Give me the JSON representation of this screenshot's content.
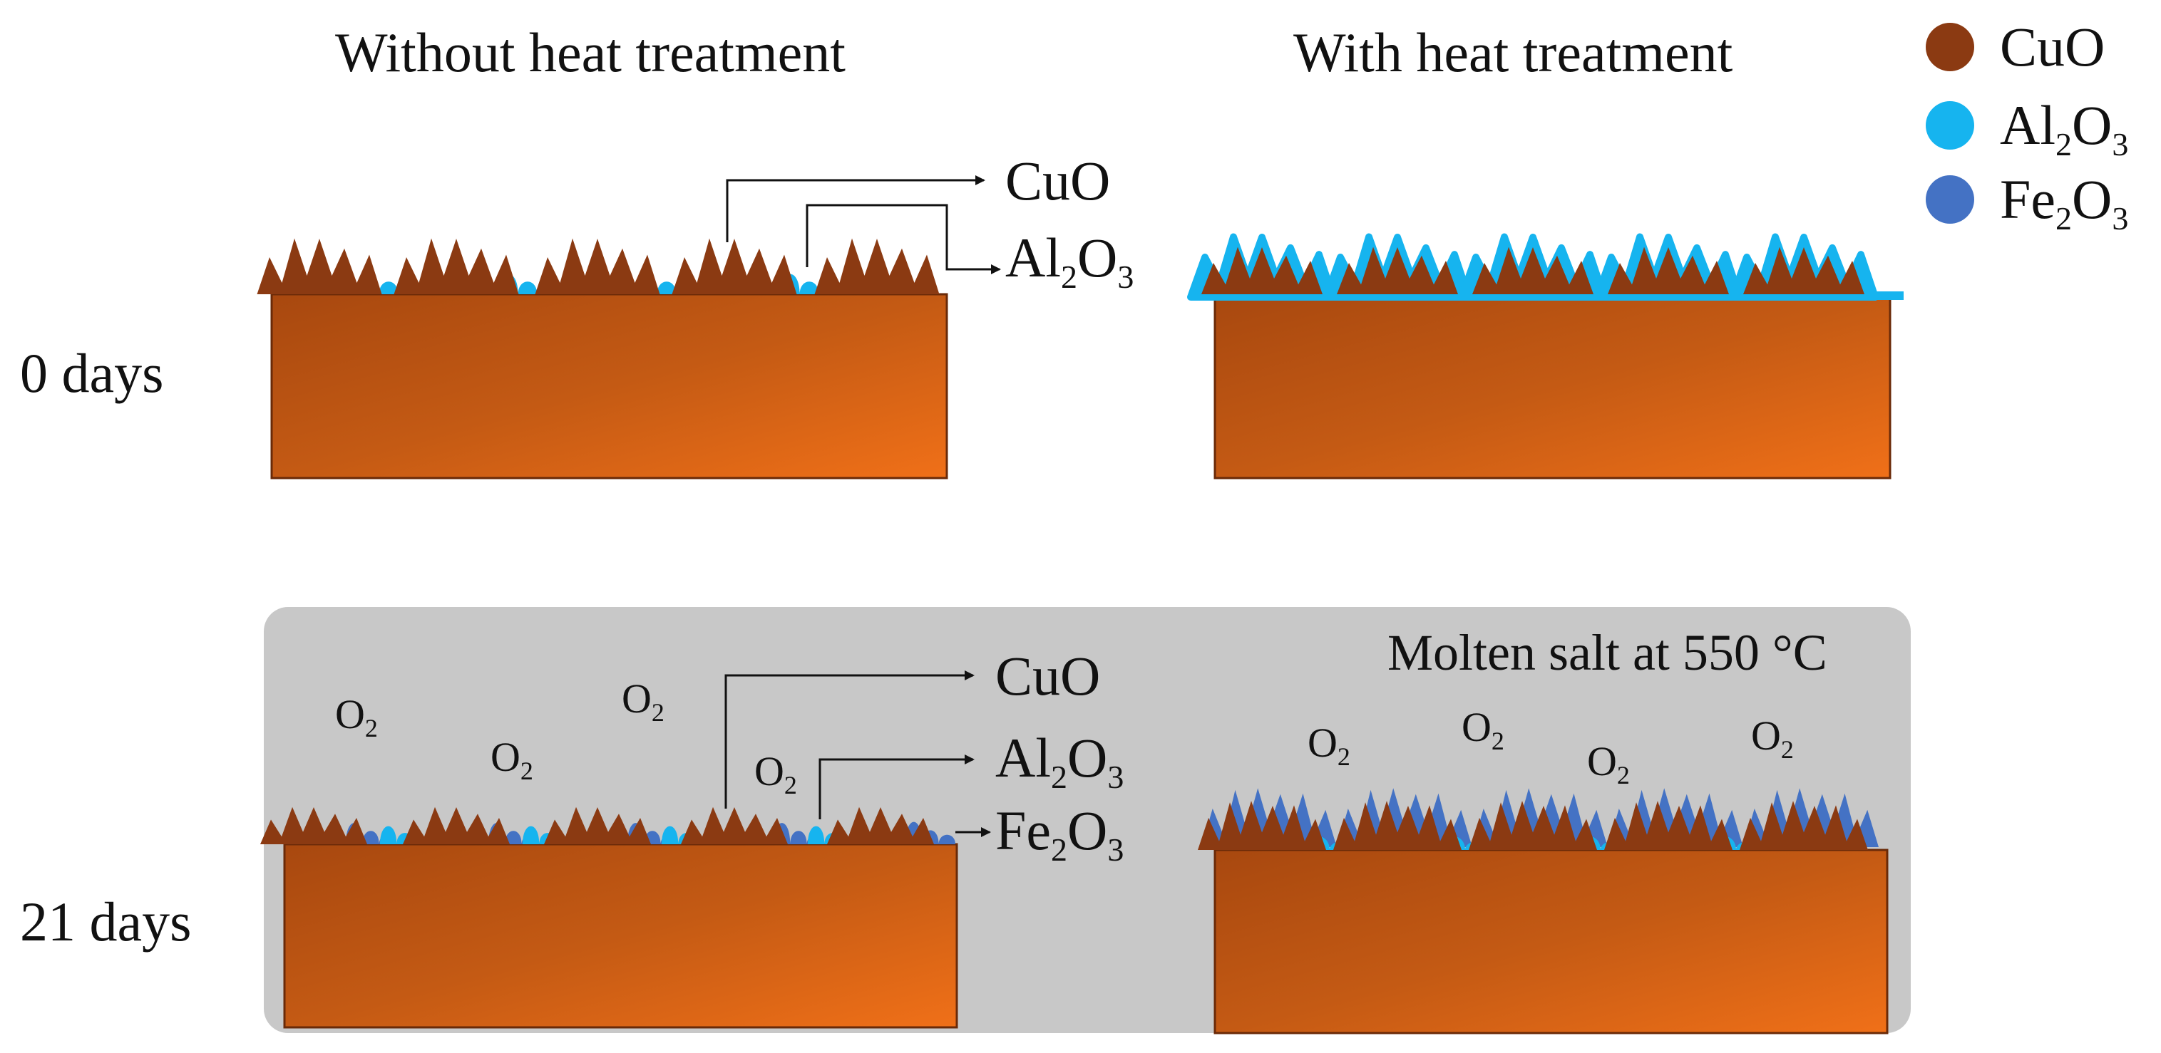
{
  "colors": {
    "cuo": "#8B3A12",
    "al2o3": "#16B4EF",
    "fe2o3": "#4472C4",
    "substrate_dark": "#B04E12",
    "substrate_light": "#F07018",
    "substrate_edge": "#6A2A08",
    "chamber": "#C8C8C8"
  },
  "headers": {
    "left": "Without heat treatment",
    "right": "With heat treatment"
  },
  "rows": {
    "top": "0 days",
    "bottom": "21 days"
  },
  "legend": {
    "cuo": "CuO",
    "al": "Al",
    "al_sub": "2",
    "o": "O",
    "o_sub": "3",
    "fe": "Fe",
    "fe_sub": "2",
    "fe_o": "O",
    "fe_o_sub": "3"
  },
  "labels_top": {
    "cuo": "CuO",
    "al": "Al",
    "al_sub": "2",
    "o": "O",
    "o_sub": "3"
  },
  "labels_bottom": {
    "cuo": "CuO",
    "al": "Al",
    "al_sub": "2",
    "al_o": "O",
    "al_o_sub": "3",
    "fe": "Fe",
    "fe_sub": "2",
    "fe_o": "O",
    "fe_o_sub": "3"
  },
  "molten_salt": "Molten salt at 550 °C",
  "o2": {
    "base": "O",
    "sub": "2"
  }
}
